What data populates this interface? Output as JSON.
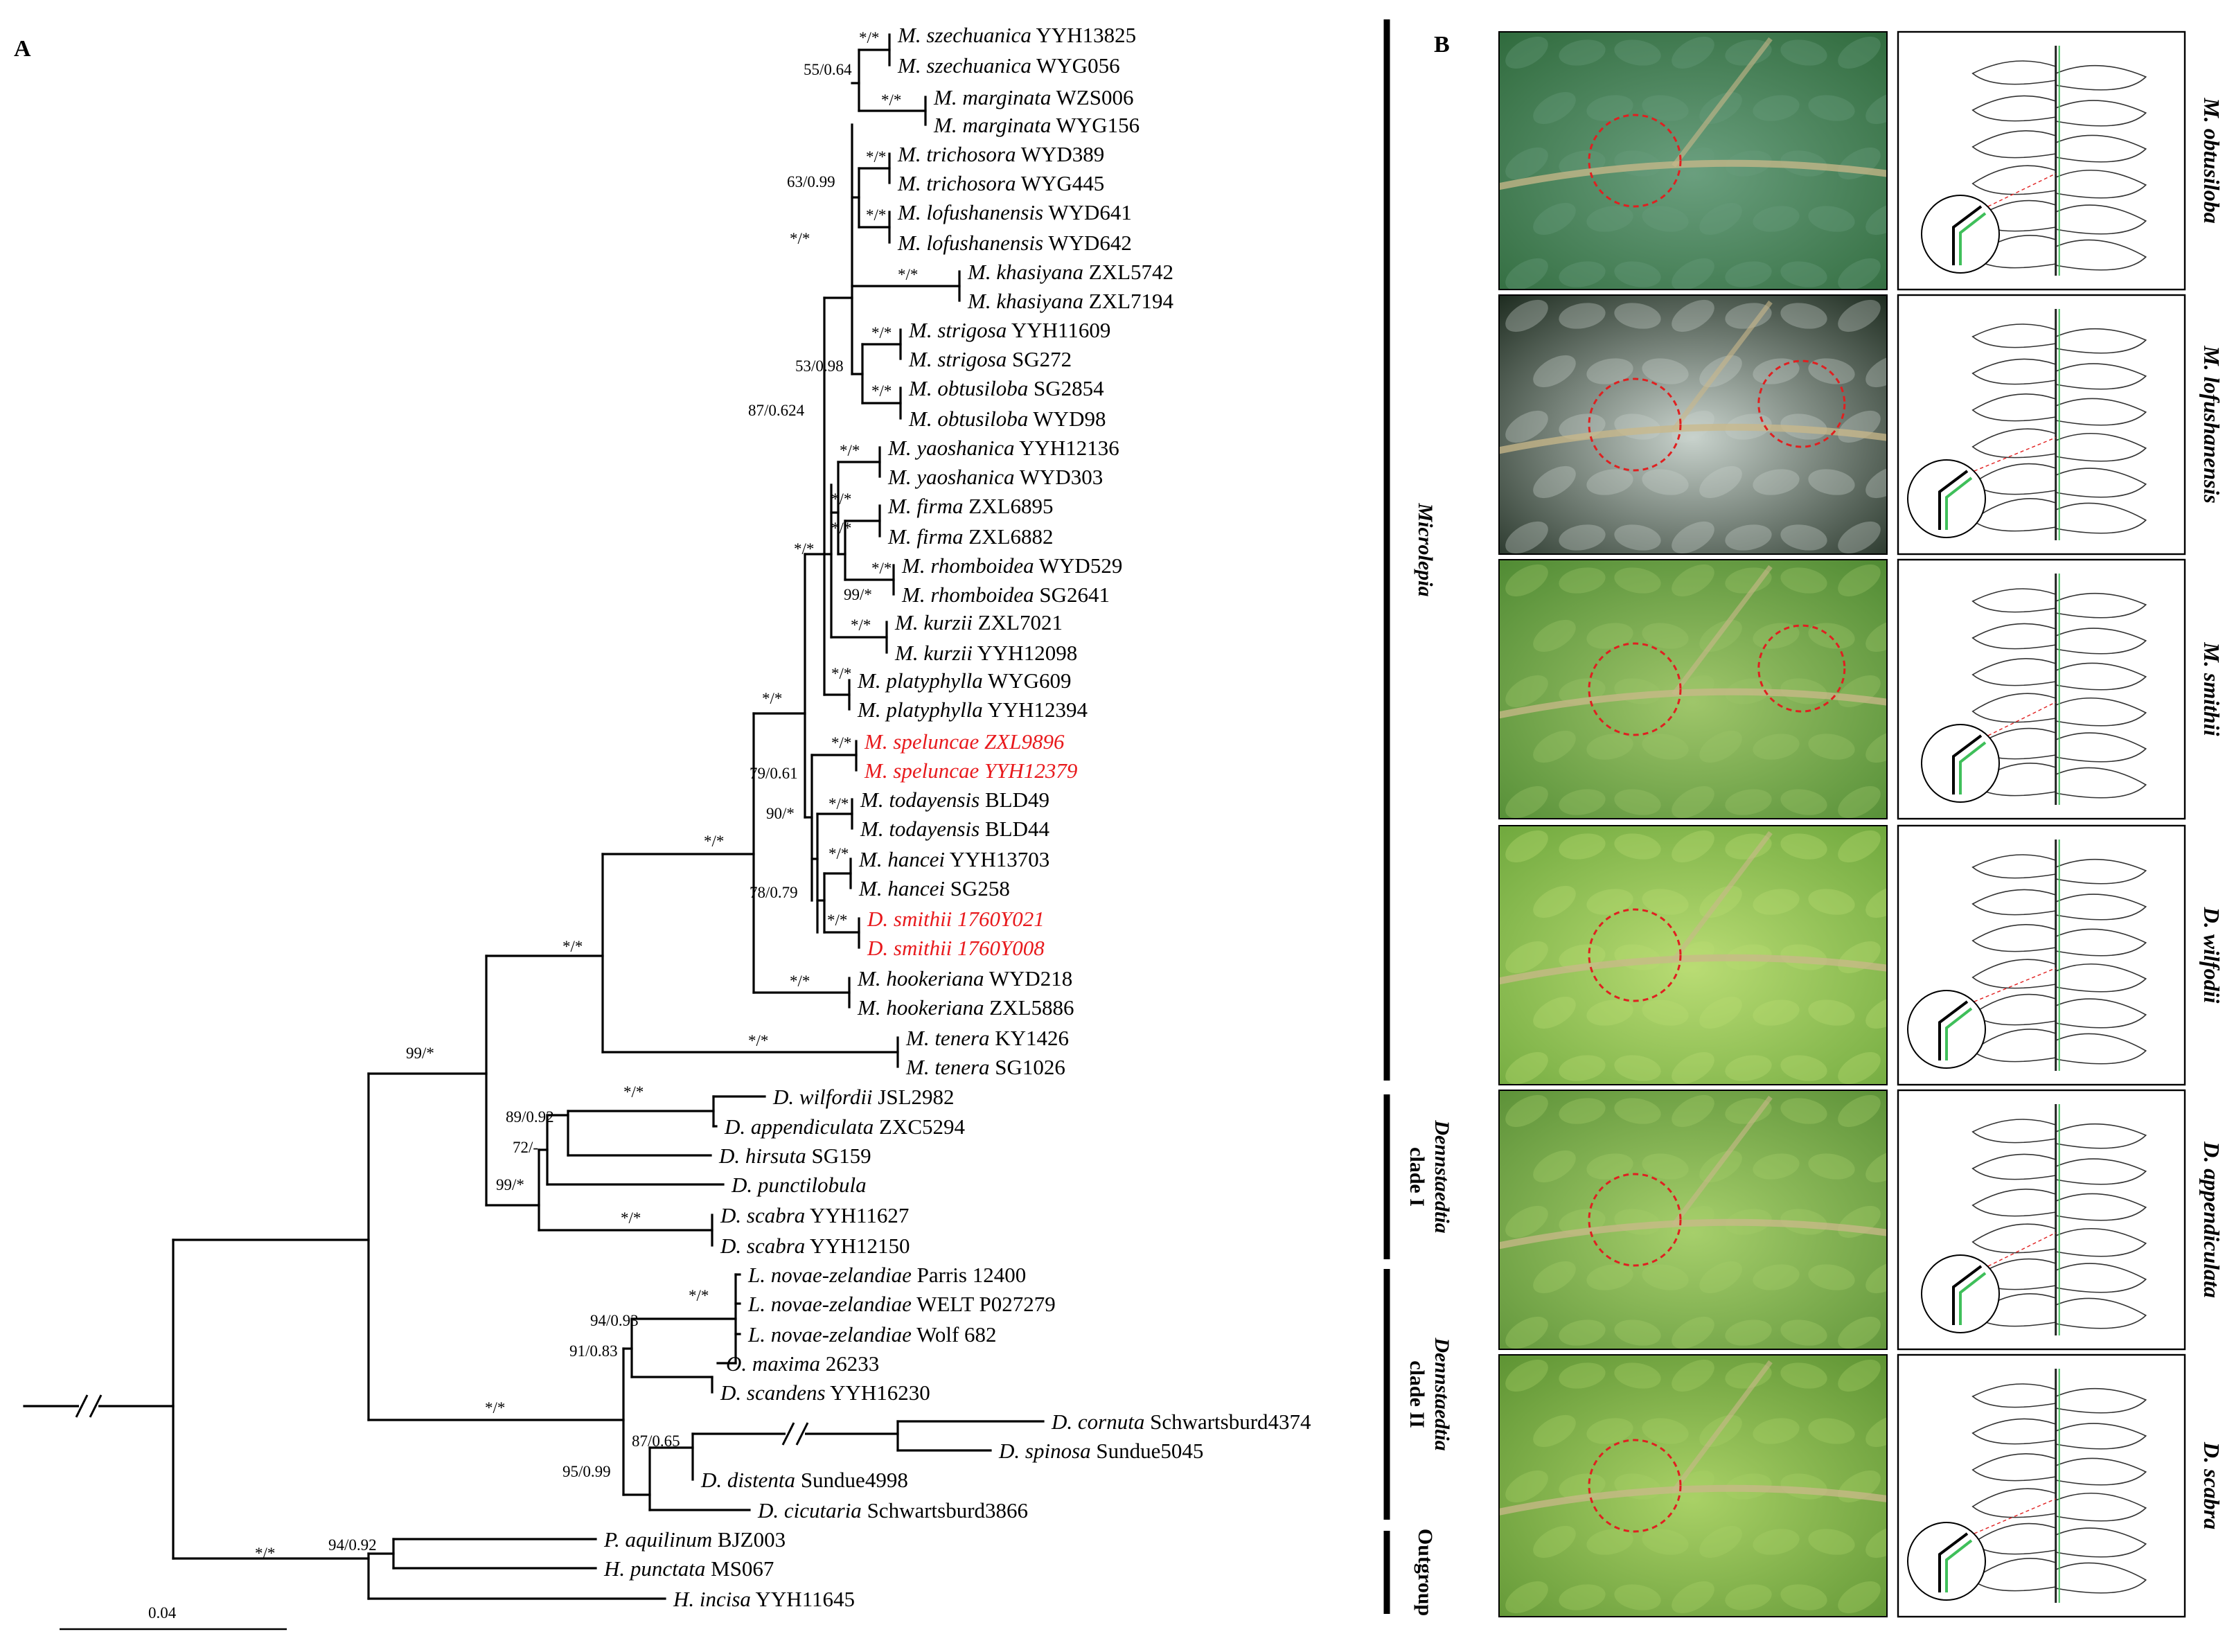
{
  "panel_letters": {
    "a": "A",
    "b": "B"
  },
  "scale_bar": {
    "label": "0.04"
  },
  "leaves": [
    {
      "id": "szech1",
      "genus": "M. szechuanica",
      "code": "YYH13825",
      "highlight": false
    },
    {
      "id": "szech2",
      "genus": "M. szechuanica",
      "code": "WYG056",
      "highlight": false
    },
    {
      "id": "marg1",
      "genus": "M. marginata",
      "code": "WZS006",
      "highlight": false
    },
    {
      "id": "marg2",
      "genus": "M. marginata",
      "code": "WYG156",
      "highlight": false
    },
    {
      "id": "trich1",
      "genus": "M. trichosora",
      "code": "WYD389",
      "highlight": false
    },
    {
      "id": "trich2",
      "genus": "M. trichosora",
      "code": "WYG445",
      "highlight": false
    },
    {
      "id": "lofu1",
      "genus": "M. lofushanensis",
      "code": "WYD641",
      "highlight": false
    },
    {
      "id": "lofu2",
      "genus": "M. lofushanensis",
      "code": "WYD642",
      "highlight": false
    },
    {
      "id": "khas1",
      "genus": "M. khasiyana",
      "code": "ZXL5742",
      "highlight": false
    },
    {
      "id": "khas2",
      "genus": "M. khasiyana",
      "code": "ZXL7194",
      "highlight": false
    },
    {
      "id": "strig1",
      "genus": "M. strigosa",
      "code": "YYH11609",
      "highlight": false
    },
    {
      "id": "strig2",
      "genus": "M. strigosa",
      "code": "SG272",
      "highlight": false
    },
    {
      "id": "obtu1",
      "genus": "M. obtusiloba",
      "code": "SG2854",
      "highlight": false
    },
    {
      "id": "obtu2",
      "genus": "M. obtusiloba",
      "code": "WYD98",
      "highlight": false
    },
    {
      "id": "yao1",
      "genus": "M. yaoshanica",
      "code": "YYH12136",
      "highlight": false
    },
    {
      "id": "yao2",
      "genus": "M. yaoshanica",
      "code": "WYD303",
      "highlight": false
    },
    {
      "id": "firma1",
      "genus": "M. firma",
      "code": "ZXL6895",
      "highlight": false
    },
    {
      "id": "firma2",
      "genus": "M. firma",
      "code": "ZXL6882",
      "highlight": false
    },
    {
      "id": "rhom1",
      "genus": "M. rhomboidea",
      "code": "WYD529",
      "highlight": false
    },
    {
      "id": "rhom2",
      "genus": "M. rhomboidea",
      "code": "SG2641",
      "highlight": false
    },
    {
      "id": "kurz1",
      "genus": "M. kurzii",
      "code": "ZXL7021",
      "highlight": false
    },
    {
      "id": "kurz2",
      "genus": "M. kurzii",
      "code": "YYH12098",
      "highlight": false
    },
    {
      "id": "platy1",
      "genus": "M. platyphylla",
      "code": "WYG609",
      "highlight": false
    },
    {
      "id": "platy2",
      "genus": "M. platyphylla",
      "code": "YYH12394",
      "highlight": false
    },
    {
      "id": "spel1",
      "genus": "M. speluncae",
      "code": "ZXL9896",
      "highlight": true
    },
    {
      "id": "spel2",
      "genus": "M. speluncae",
      "code": "YYH12379",
      "highlight": true
    },
    {
      "id": "toda1",
      "genus": "M. todayensis",
      "code": "BLD49",
      "highlight": false
    },
    {
      "id": "toda2",
      "genus": "M. todayensis",
      "code": "BLD44",
      "highlight": false
    },
    {
      "id": "hanc1",
      "genus": "M. hancei",
      "code": "YYH13703",
      "highlight": false
    },
    {
      "id": "hanc2",
      "genus": "M. hancei",
      "code": "SG258",
      "highlight": false
    },
    {
      "id": "dsmi1",
      "genus": "D. smithii",
      "code": "1760Y021",
      "highlight": true
    },
    {
      "id": "dsmi2",
      "genus": "D. smithii",
      "code": "1760Y008",
      "highlight": true
    },
    {
      "id": "hook1",
      "genus": "M. hookeriana",
      "code": "WYD218",
      "highlight": false
    },
    {
      "id": "hook2",
      "genus": "M. hookeriana",
      "code": "ZXL5886",
      "highlight": false
    },
    {
      "id": "ten1",
      "genus": "M. tenera",
      "code": "KY1426",
      "highlight": false
    },
    {
      "id": "ten2",
      "genus": "M. tenera",
      "code": "SG1026",
      "highlight": false
    },
    {
      "id": "wilf",
      "genus": "D. wilfordii",
      "code": "JSL2982",
      "highlight": false
    },
    {
      "id": "appe",
      "genus": "D. appendiculata",
      "code": "ZXC5294",
      "highlight": false
    },
    {
      "id": "hirs",
      "genus": "D. hirsuta",
      "code": "SG159",
      "highlight": false
    },
    {
      "id": "punc",
      "genus": "D. punctilobula",
      "code": "",
      "highlight": false
    },
    {
      "id": "scab1",
      "genus": "D. scabra",
      "code": "YYH11627",
      "highlight": false
    },
    {
      "id": "scab2",
      "genus": "D. scabra",
      "code": "YYH12150",
      "highlight": false
    },
    {
      "id": "lnz1",
      "genus": "L. novae-zelandiae",
      "code": "Parris 12400",
      "highlight": false
    },
    {
      "id": "lnz2",
      "genus": "L. novae-zelandiae",
      "code": "WELT P027279",
      "highlight": false
    },
    {
      "id": "lnz3",
      "genus": "L. novae-zelandiae",
      "code": "Wolf 682",
      "highlight": false
    },
    {
      "id": "omax",
      "genus": "O. maxima",
      "code": "26233",
      "highlight": false
    },
    {
      "id": "dscan",
      "genus": "D. scandens",
      "code": "YYH16230",
      "highlight": false
    },
    {
      "id": "dcorn",
      "genus": "D. cornuta",
      "code": "Schwartsburd4374",
      "highlight": false
    },
    {
      "id": "dspin",
      "genus": "D. spinosa",
      "code": "Sundue5045",
      "highlight": false
    },
    {
      "id": "ddist",
      "genus": "D. distenta",
      "code": "Sundue4998",
      "highlight": false
    },
    {
      "id": "dcicu",
      "genus": "D. cicutaria",
      "code": "Schwartsburd3866",
      "highlight": false
    },
    {
      "id": "paqu",
      "genus": "P. aquilinum",
      "code": "BJZ003",
      "highlight": false
    },
    {
      "id": "hpun",
      "genus": "H. punctata",
      "code": "MS067",
      "highlight": false
    },
    {
      "id": "hinc",
      "genus": "H. incisa",
      "code": "YYH11645",
      "highlight": false
    }
  ],
  "supports": [
    {
      "id": "s1",
      "text": "*/*"
    },
    {
      "id": "s2",
      "text": "55/0.64"
    },
    {
      "id": "s3",
      "text": "*/*"
    },
    {
      "id": "s4",
      "text": "*/*"
    },
    {
      "id": "s5",
      "text": "63/0.99"
    },
    {
      "id": "s6",
      "text": "*/*"
    },
    {
      "id": "s7",
      "text": "*/*"
    },
    {
      "id": "s8",
      "text": "*/*"
    },
    {
      "id": "s9",
      "text": "*/*"
    },
    {
      "id": "s10",
      "text": "53/0.98"
    },
    {
      "id": "s11",
      "text": "*/*"
    },
    {
      "id": "s12",
      "text": "87/0.624"
    },
    {
      "id": "s13",
      "text": "*/*"
    },
    {
      "id": "s14",
      "text": "*/*"
    },
    {
      "id": "s15",
      "text": "*/*"
    },
    {
      "id": "s16",
      "text": "*/*"
    },
    {
      "id": "s17",
      "text": "*/*"
    },
    {
      "id": "s18",
      "text": "99/*"
    },
    {
      "id": "s19",
      "text": "*/*"
    },
    {
      "id": "s20",
      "text": "*/*"
    },
    {
      "id": "s21",
      "text": "*/*"
    },
    {
      "id": "s22",
      "text": "*/*"
    },
    {
      "id": "s23",
      "text": "79/0.61"
    },
    {
      "id": "s24",
      "text": "*/*"
    },
    {
      "id": "s25",
      "text": "90/*"
    },
    {
      "id": "s26",
      "text": "*/*"
    },
    {
      "id": "s27",
      "text": "78/0.79"
    },
    {
      "id": "s28",
      "text": "*/*"
    },
    {
      "id": "s29",
      "text": "*/*"
    },
    {
      "id": "s30",
      "text": "*/*"
    },
    {
      "id": "s31",
      "text": "*/*"
    },
    {
      "id": "s32",
      "text": "99/*"
    },
    {
      "id": "s33",
      "text": "*/*"
    },
    {
      "id": "s34",
      "text": "89/0.92"
    },
    {
      "id": "s35",
      "text": "72/-"
    },
    {
      "id": "s36",
      "text": "99/*"
    },
    {
      "id": "s37",
      "text": "*/*"
    },
    {
      "id": "s38",
      "text": "*/*"
    },
    {
      "id": "s39",
      "text": "94/0.93"
    },
    {
      "id": "s40",
      "text": "91/0.83"
    },
    {
      "id": "s41",
      "text": "*/*"
    },
    {
      "id": "s42",
      "text": "*/*"
    },
    {
      "id": "s43",
      "text": "87/0.65"
    },
    {
      "id": "s44",
      "text": "95/0.99"
    },
    {
      "id": "s45",
      "text": "94/0.92"
    },
    {
      "id": "s46",
      "text": "*/*"
    }
  ],
  "clades": [
    {
      "id": "microlepia",
      "lines": [
        "Microlepia"
      ],
      "italic": true
    },
    {
      "id": "dennst1",
      "lines": [
        "Dennstaedtia",
        "clade I"
      ],
      "italic": true
    },
    {
      "id": "dennst2",
      "lines": [
        "Dennstaedtia",
        "clade II"
      ],
      "italic": true
    },
    {
      "id": "outgroup",
      "lines": [
        "Outgroup"
      ],
      "italic": false
    }
  ],
  "morph_panels": [
    {
      "id": "p1",
      "species": "M. obtusiloba",
      "photo_color": "#2f6a3c",
      "photo_light": "#6a9f7e",
      "drawing": "drawing-1"
    },
    {
      "id": "p2",
      "species": "M. lofushanensis",
      "photo_color": "#1c2a1e",
      "photo_light": "#c8d2cc",
      "drawing": "drawing-2"
    },
    {
      "id": "p3",
      "species": "M. smithii",
      "photo_color": "#4f8a33",
      "photo_light": "#9fc66a",
      "drawing": "drawing-3"
    },
    {
      "id": "p4",
      "species": "D. wilfodii",
      "photo_color": "#6fa83d",
      "photo_light": "#b9dc74",
      "drawing": "drawing-4"
    },
    {
      "id": "p5",
      "species": "D. appendiculata",
      "photo_color": "#5c9138",
      "photo_light": "#a6cf6b",
      "drawing": "drawing-5"
    },
    {
      "id": "p6",
      "species": "D. scabra",
      "photo_color": "#5d9333",
      "photo_light": "#a9d166",
      "drawing": "drawing-6"
    }
  ],
  "colors": {
    "highlight": "#e8191c",
    "line": "#000000",
    "circle": "#e02020",
    "drawing_green": "#3fbf5a"
  }
}
